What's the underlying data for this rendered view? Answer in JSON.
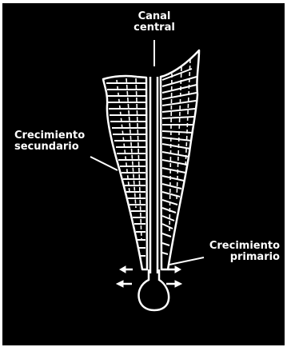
{
  "labels": {
    "canal_line1": "Canal",
    "canal_line2": "central",
    "secundario_line1": "Crecimiento",
    "secundario_line2": "secundario",
    "primario_line1": "Crecimiento",
    "primario_line2": "primario"
  },
  "colors": {
    "background": "#000000",
    "foreground": "#ffffff",
    "frame": "#ffffff"
  },
  "icons": [
    "arrow-left-icon",
    "arrow-right-icon"
  ]
}
